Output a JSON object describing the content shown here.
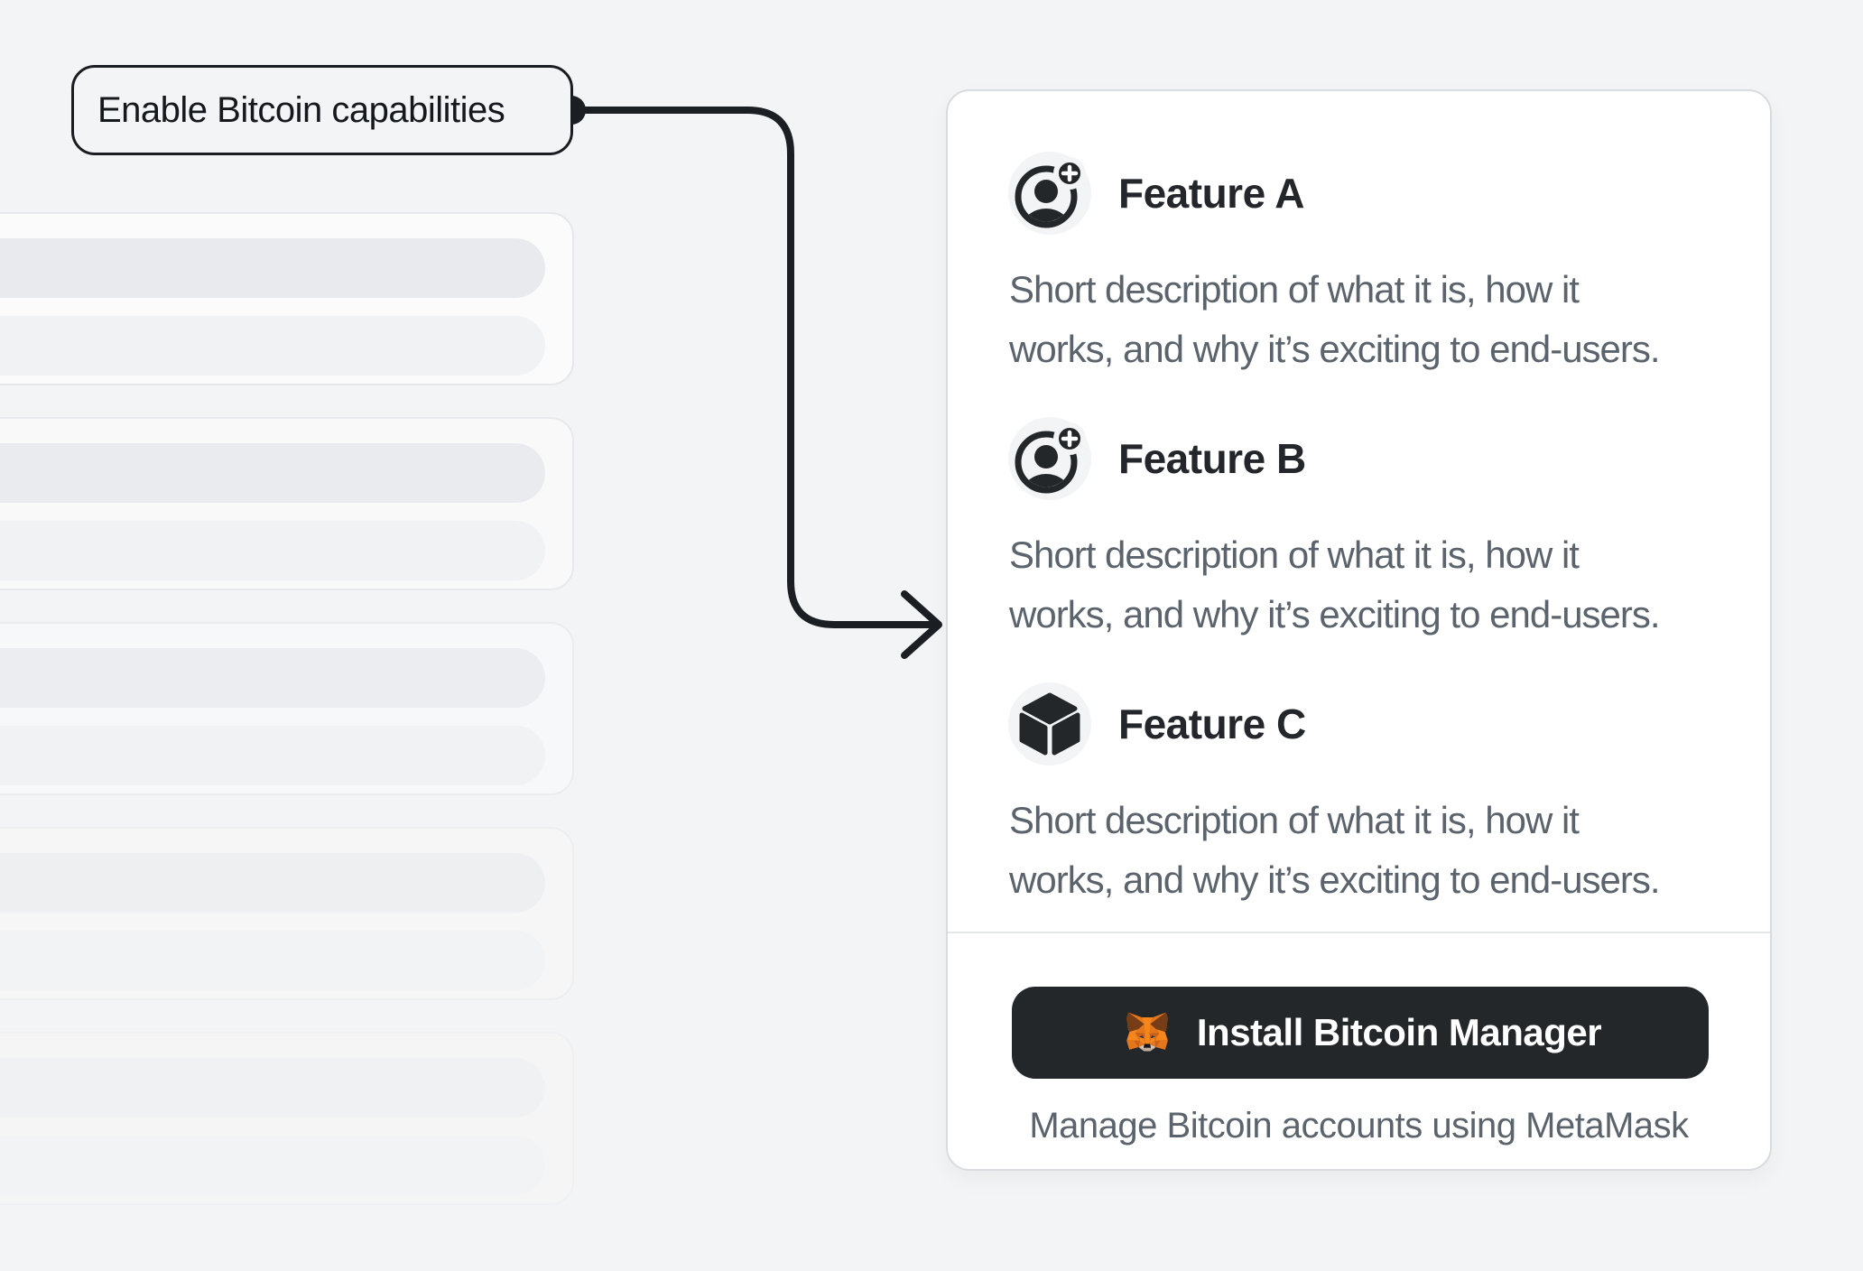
{
  "callout": {
    "label": "Enable Bitcoin capabilities"
  },
  "connector": {
    "dot_icon": "connector-dot",
    "arrow_icon": "arrow-right-elbow",
    "color": "#1b1e22"
  },
  "skeleton": {
    "card_count": 5,
    "rows_per_card": 2
  },
  "features": [
    {
      "title": "Feature A",
      "icon": "user-plus-icon",
      "desc_line1": "Short description of what it is, how it",
      "desc_line2": "works, and why it’s exciting to end-users."
    },
    {
      "title": "Feature B",
      "icon": "user-plus-icon",
      "desc_line1": "Short description of what it is, how it",
      "desc_line2": "works, and why it’s exciting to end-users."
    },
    {
      "title": "Feature C",
      "icon": "cube-icon",
      "desc_line1": "Short description of what it is, how it",
      "desc_line2": "works, and why it’s exciting to end-users."
    }
  ],
  "install": {
    "button_label": "Install Bitcoin Manager",
    "caption": "Manage Bitcoin accounts using MetaMask",
    "icon": "metamask-fox-icon",
    "button_color": "#24272a"
  },
  "colors": {
    "page_background": "#f3f4f5",
    "card_background": "#ffffff",
    "card_border": "#d9dcdf",
    "ink": "#23262a",
    "muted_text": "#5b636c",
    "connector": "#1b1e22",
    "metamask_orange": "#f6851b"
  }
}
